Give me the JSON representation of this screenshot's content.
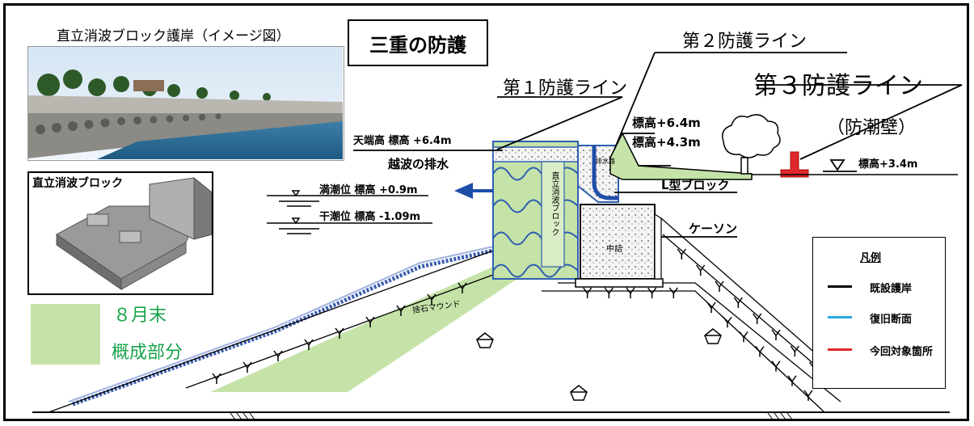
{
  "title": "三重の防護",
  "photo": {
    "caption": "直立消波ブロック護岸（イメージ図）"
  },
  "block_inset": {
    "title": "直立消波ブロック"
  },
  "lines": {
    "line1": "第１防護ライン",
    "line2": "第２防護ライン",
    "line3": "第３防護ライン",
    "line3_sub": "（防潮壁）"
  },
  "labels": {
    "crest": "天端高 標高 +6.4m",
    "overtopping": "越波の排水",
    "high_tide": "満潮位 標高 +0.9m",
    "low_tide": "干潮位 標高 -1.09m",
    "elev_64": "標高+6.4m",
    "elev_43": "標高+4.3m",
    "elev_34": "標高+3.4m",
    "l_block": "L型ブロック",
    "caisson": "ケーソン",
    "fill": "中詰",
    "drain": "排水路",
    "block_vertical": "直立消波ブロック",
    "rubble_mound": "捨石マウンド"
  },
  "progress": {
    "line1": "８月末",
    "line2": "概成部分",
    "color": "#c5e3a8"
  },
  "legend": {
    "title": "凡例",
    "items": [
      {
        "label": "既設護岸",
        "color": "#000000"
      },
      {
        "label": "復旧断面",
        "color": "#29a8e0"
      },
      {
        "label": "今回対象箇所",
        "color": "#e0282a"
      }
    ]
  },
  "colors": {
    "accent_green": "#18a34a",
    "seawall_blue": "#2f5fb0",
    "arrow_blue": "#1f4ea8"
  }
}
